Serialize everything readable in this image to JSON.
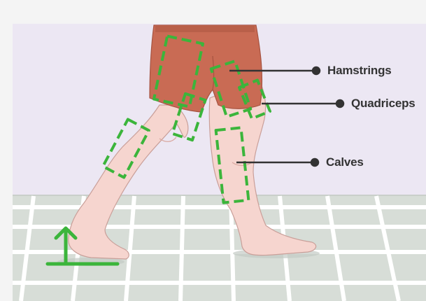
{
  "labels": {
    "hamstrings": "Hamstrings",
    "quadriceps": "Quadriceps",
    "calves": "Calves"
  },
  "icons": {
    "arrow": "up-arrow-icon"
  },
  "colors": {
    "wall": "#ece7f3",
    "floor": "#d8ddd8",
    "shorts": "#c96b54",
    "skin": "#f6d5cf",
    "highlight": "#3bb53b",
    "text": "#333333"
  }
}
